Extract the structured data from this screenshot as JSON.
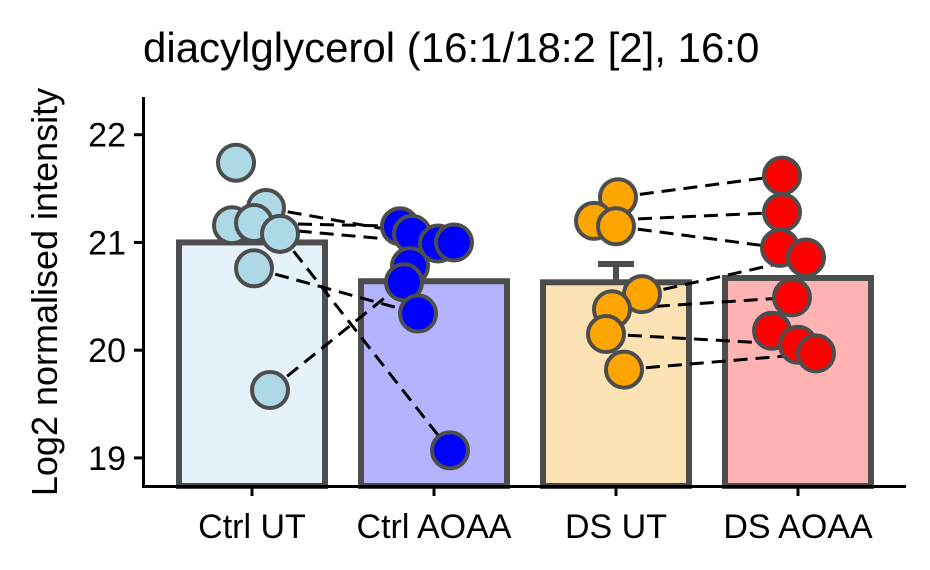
{
  "chart_data": {
    "type": "bar",
    "title": "diacylglycerol (16:1/18:2 [2], 16:0",
    "ylabel": "Log2 normalised intensity",
    "xlabel": "",
    "ylim": [
      18.73,
      22.35
    ],
    "yticks": [
      19,
      20,
      21,
      22
    ],
    "ytick_labels": [
      "19",
      "20",
      "21",
      "22"
    ],
    "categories": [
      "Ctrl UT",
      "Ctrl AOAA",
      "DS UT",
      "DS AOAA"
    ],
    "values": [
      21.0,
      20.64,
      20.63,
      20.67
    ],
    "errors": [
      0.0,
      0.0,
      0.17,
      0.0
    ],
    "bar_fill_colors": [
      "#e6f2f9",
      "#b3b3ff",
      "#fde3b3",
      "#ffb3b3"
    ],
    "point_colors": [
      "#add8e6",
      "#0000ff",
      "#ffa500",
      "#ff0000"
    ],
    "outline_color": "#4d4d4d",
    "points": [
      [
        21.74,
        21.32,
        21.16,
        21.18,
        21.08,
        20.76,
        19.63
      ],
      [
        21.15,
        21.08,
        20.99,
        21.0,
        20.78,
        20.63,
        20.34,
        19.07
      ],
      [
        21.42,
        21.2,
        21.15,
        20.52,
        20.38,
        20.15,
        19.82
      ],
      [
        21.62,
        21.28,
        20.95,
        20.86,
        20.49,
        20.18,
        20.05,
        19.97
      ]
    ],
    "pairs": [
      [
        [
          21.32,
          21.08
        ],
        [
          20.76,
          20.34
        ],
        [
          19.63,
          20.63
        ],
        [
          21.08,
          19.07
        ],
        [
          21.16,
          20.99
        ],
        [
          21.18,
          21.15
        ]
      ],
      [
        [
          21.42,
          21.62
        ],
        [
          21.2,
          21.28
        ],
        [
          21.15,
          20.95
        ],
        [
          20.52,
          20.86
        ],
        [
          20.38,
          20.49
        ],
        [
          20.15,
          20.05
        ],
        [
          19.82,
          19.97
        ]
      ]
    ]
  }
}
